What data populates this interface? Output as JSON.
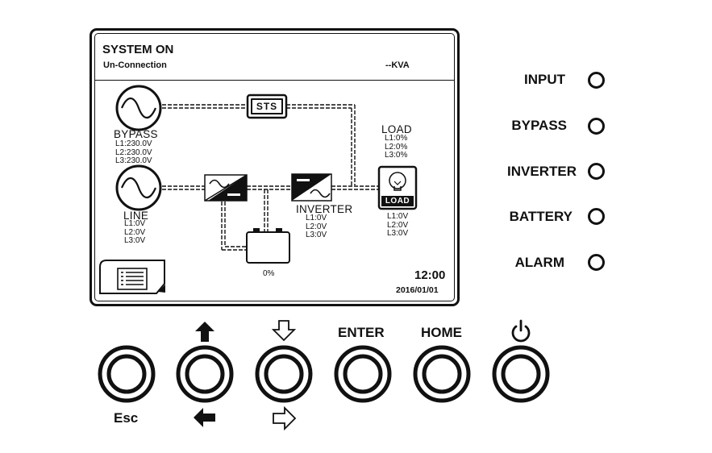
{
  "screen": {
    "title": "SYSTEM ON",
    "status": "Un-Connection",
    "kva": "--KVA",
    "sts_label": "STS",
    "bypass": {
      "label": "BYPASS",
      "l1": "L1:230.0V",
      "l2": "L2:230.0V",
      "l3": "L3:230.0V"
    },
    "line": {
      "label": "LINE",
      "l1": "L1:0V",
      "l2": "L2:0V",
      "l3": "L3:0V"
    },
    "inverter": {
      "label": "INVERTER",
      "l1": "L1:0V",
      "l2": "L2:0V",
      "l3": "L3:0V"
    },
    "load": {
      "label": "LOAD",
      "p1": "L1:0%",
      "p2": "L2:0%",
      "p3": "L3:0%",
      "badge": "LOAD",
      "l1": "L1:0V",
      "l2": "L2:0V",
      "l3": "L3:0V"
    },
    "battery_percent": "0%",
    "time": "12:00",
    "date": "2016/01/01",
    "menu_icon": "menu-list-icon"
  },
  "indicators": [
    {
      "label": "INPUT"
    },
    {
      "label": "BYPASS"
    },
    {
      "label": "INVERTER"
    },
    {
      "label": "BATTERY"
    },
    {
      "label": "ALARM"
    }
  ],
  "buttons": [
    {
      "name": "esc",
      "bottom_label": "Esc"
    },
    {
      "name": "up-left",
      "top_icon": "arrow-up-filled-icon",
      "bottom_icon": "arrow-left-filled-icon"
    },
    {
      "name": "down-right",
      "top_icon": "arrow-down-outline-icon",
      "bottom_icon": "arrow-right-outline-icon"
    },
    {
      "name": "enter",
      "top_label": "ENTER"
    },
    {
      "name": "home",
      "top_label": "HOME"
    },
    {
      "name": "power",
      "top_icon": "power-icon"
    }
  ]
}
